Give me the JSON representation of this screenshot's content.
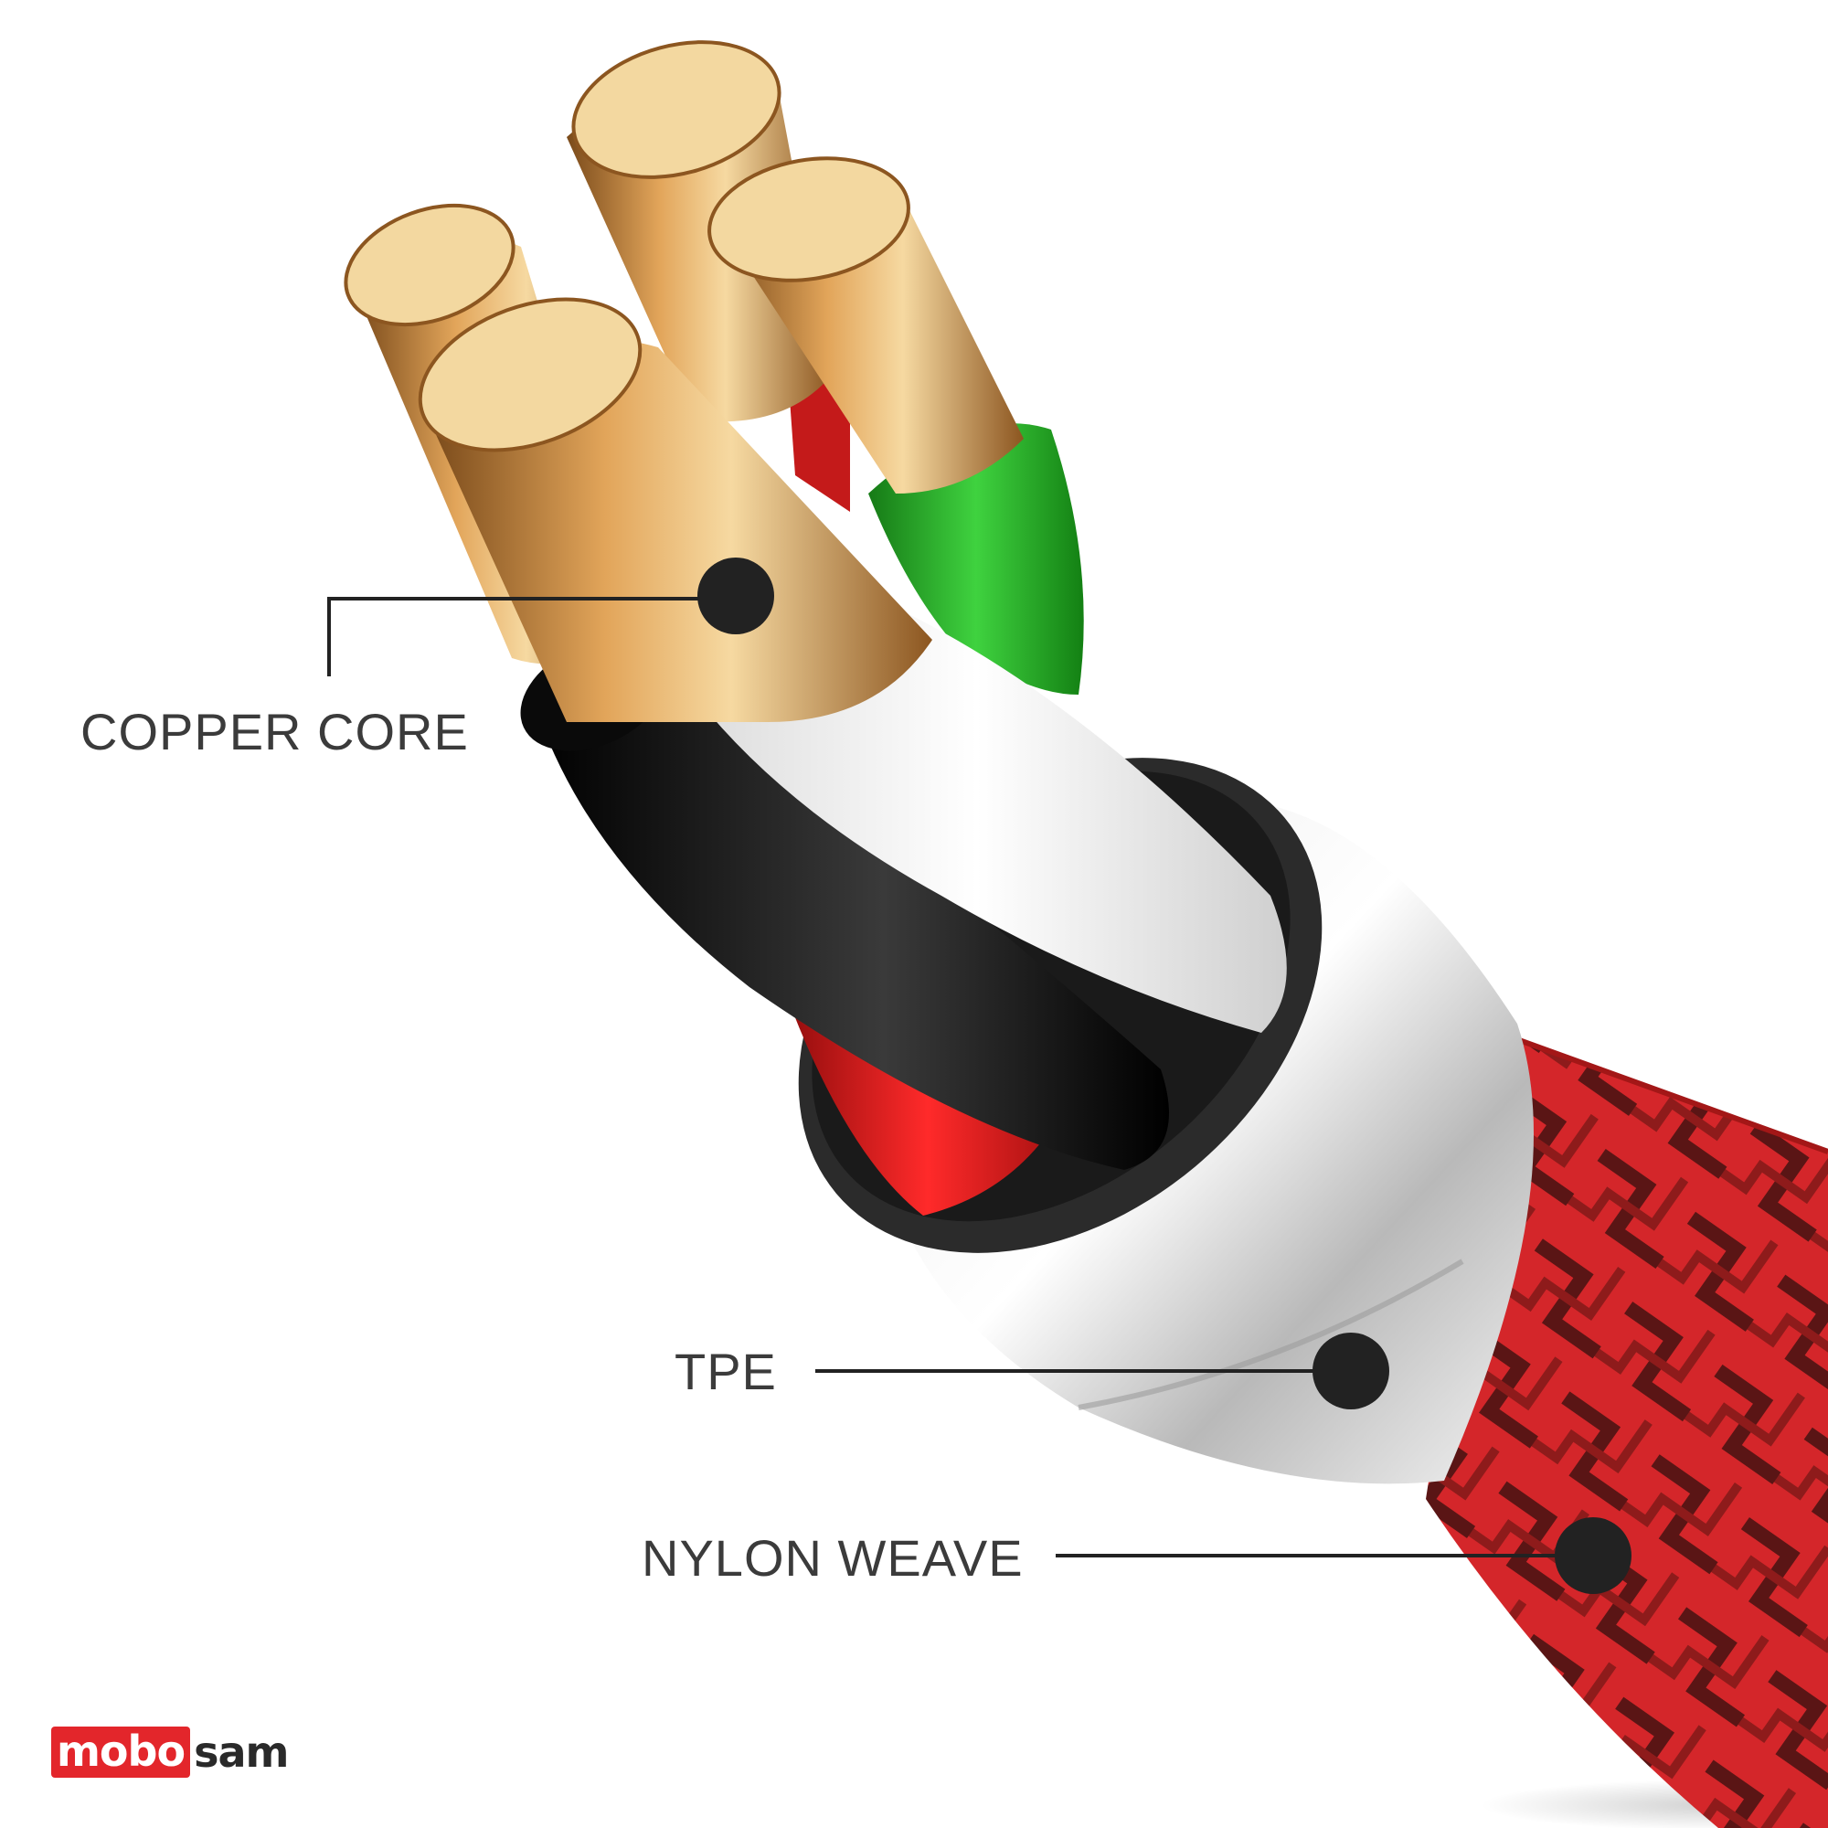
{
  "labels": {
    "copper_core": "COPPER CORE",
    "tpe": "TPE",
    "nylon_weave": "NYLON WEAVE"
  },
  "logo": {
    "part1": "mobo",
    "part2": "sam"
  },
  "colors": {
    "copper": "#c98a3e",
    "copper_light": "#f3d8a0",
    "white_jacket": "#f1f1f1",
    "black_jacket": "#111111",
    "red_jacket": "#d91f1f",
    "green_jacket": "#2cb52c",
    "nylon_red": "#d4262a",
    "nylon_dark": "#5a1515",
    "marker": "#222222",
    "logo_red": "#e3262b"
  }
}
